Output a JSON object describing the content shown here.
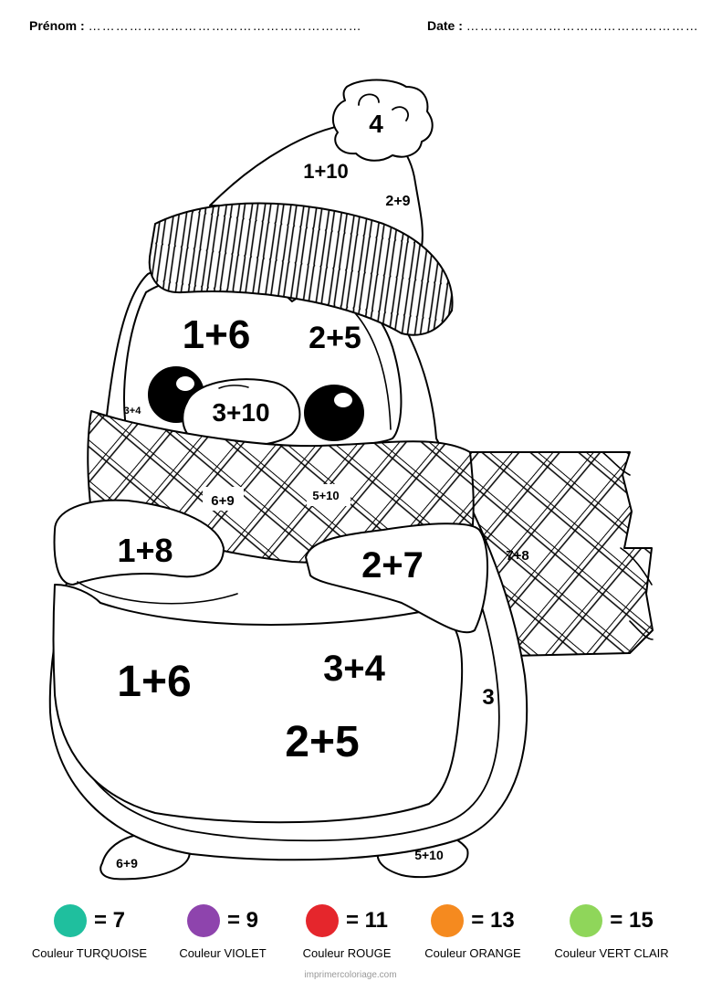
{
  "header": {
    "prenom_label": "Prénom :",
    "prenom_dots": "……………………………………………………",
    "date_label": "Date :",
    "date_dots": "……………………………………………"
  },
  "sums": {
    "pompom": "4",
    "hat_top": "1+10",
    "hat_side": "2+9",
    "face_left": "1+6",
    "face_right": "2+5",
    "face_small": "3+4",
    "beak": "3+10",
    "scarf_left": "6+9",
    "scarf_mid": "5+10",
    "scarf_tail": "7+8",
    "wing_left": "1+8",
    "wing_right": "2+7",
    "belly_left": "1+6",
    "belly_right_top": "3+4",
    "belly_center": "2+5",
    "body_side": "3",
    "foot_left": "6+9",
    "foot_right": "5+10"
  },
  "legend": [
    {
      "color": "#1fbf9e",
      "value": "= 7",
      "label": "Couleur TURQUOISE"
    },
    {
      "color": "#8e44ad",
      "value": "= 9",
      "label": "Couleur VIOLET"
    },
    {
      "color": "#e5262c",
      "value": "= 11",
      "label": "Couleur ROUGE"
    },
    {
      "color": "#f58a1f",
      "value": "= 13",
      "label": "Couleur ORANGE"
    },
    {
      "color": "#8fd65a",
      "value": "= 15",
      "label": "Couleur VERT CLAIR"
    }
  ],
  "footer": "imprimercoloriage.com"
}
